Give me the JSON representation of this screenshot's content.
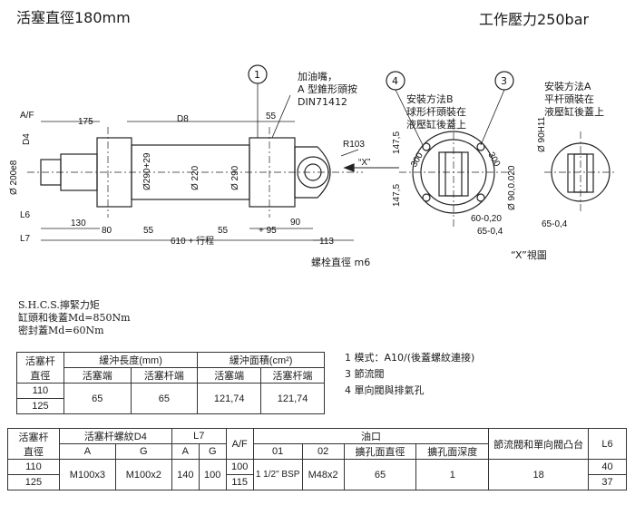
{
  "header": {
    "title_left": "活塞直徑180mm",
    "title_right": "工作壓力250bar"
  },
  "drawing": {
    "callout_1": "1",
    "callout_3": "3",
    "callout_4": "4",
    "note_oil": [
      "加油嘴，",
      "A 型錐形頭按",
      "DIN71412"
    ],
    "note_b": [
      "安裝方法B",
      "球形杆頭裝在",
      "液壓缸後蓋上"
    ],
    "note_a": [
      "安裝方法A",
      "平杆頭裝在",
      "液壓缸後蓋上"
    ],
    "view_x": "“X”視圖",
    "arrow_x": "“X”",
    "bolt_label": "螺栓直徑 m6",
    "dims": {
      "af": "A/F",
      "d175": "175",
      "d8": "D8",
      "d55a": "55",
      "d4": "D4",
      "dia200": "Ø 200e8",
      "dia290a": "Ø290+29",
      "dia220": "Ø 220",
      "dia290b": "Ø 290",
      "l6": "L6",
      "d130": "130",
      "d80": "80",
      "d55b": "55",
      "d55c": "55",
      "d95": "+ 95",
      "d90": "90",
      "l7": "L7",
      "d610": "610 + 行程",
      "d113": "113",
      "r103": "R103",
      "d1475a": "147,5",
      "d1475b": "147,5",
      "d300a": "300",
      "d300b": "300",
      "dia90a": "Ø 90,0.020",
      "dia90b": "Ø 90H11",
      "d60": "60-0,20",
      "d65a": "65-0,4",
      "d65b": "65-0,4"
    }
  },
  "shcs": {
    "line1": "S.H.C.S.擰緊力矩",
    "line2": "缸頭和後蓋Md=850Nm",
    "line3": "密封蓋Md=60Nm"
  },
  "table1": {
    "h_rod": [
      "活塞杆",
      "直徑"
    ],
    "h_len": "緩沖長度(mm)",
    "h_area": "緩沖面積(cm²)",
    "sub": [
      "活塞端",
      "活塞杆端",
      "活塞端",
      "活塞杆端"
    ],
    "rods": [
      "110",
      "125"
    ],
    "values": [
      "65",
      "65",
      "121,74",
      "121,74"
    ]
  },
  "legend": [
    "1  模式：A10/(後蓋螺紋連接)",
    "3  節流閥",
    "4  單向閥與排氣孔"
  ],
  "table2": {
    "h_rod": [
      "活塞杆",
      "直徑"
    ],
    "h_d4": "活塞杆螺紋D4",
    "h_l7": "L7",
    "h_af": "A/F",
    "h_oil": "油口",
    "h_valve": "節流閥和單向閥凸台",
    "h_l6": "L6",
    "sub": [
      "A",
      "G",
      "A",
      "G",
      "01",
      "02",
      "擴孔面直徑",
      "擴孔面深度"
    ],
    "rods": [
      "110",
      "125"
    ],
    "d4": [
      "M100x3",
      "M100x2"
    ],
    "l7": [
      "140",
      "100"
    ],
    "af": [
      "100",
      "115"
    ],
    "o1": "1 1/2\" BSP",
    "o2": "M48x2",
    "cdia": "65",
    "cdepth": "1",
    "valve": "18",
    "l6": [
      "40",
      "37"
    ]
  }
}
